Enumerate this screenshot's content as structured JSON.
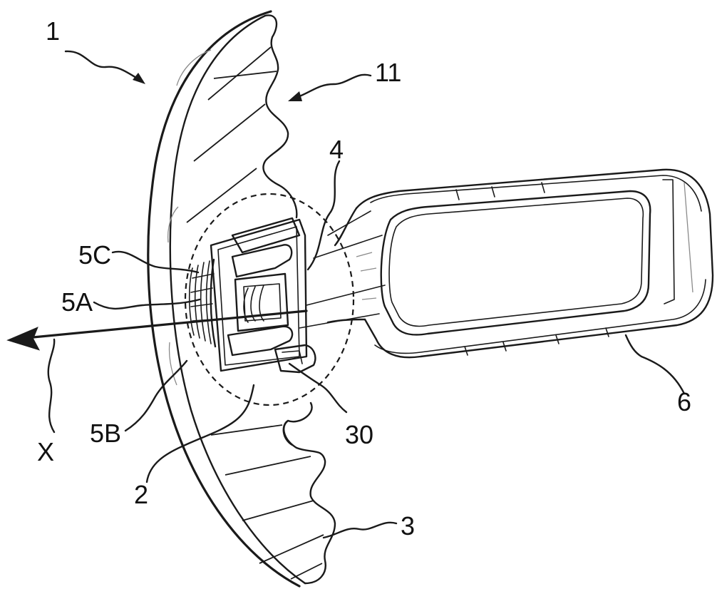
{
  "figure": {
    "reference_labels": [
      {
        "id": "label-1",
        "text": "1"
      },
      {
        "id": "label-11",
        "text": "11"
      },
      {
        "id": "label-4",
        "text": "4"
      },
      {
        "id": "label-5c",
        "text": "5C"
      },
      {
        "id": "label-5a",
        "text": "5A"
      },
      {
        "id": "label-x",
        "text": "X"
      },
      {
        "id": "label-5b",
        "text": "5B"
      },
      {
        "id": "label-30",
        "text": "30"
      },
      {
        "id": "label-6",
        "text": "6"
      },
      {
        "id": "label-2",
        "text": "2"
      },
      {
        "id": "label-3",
        "text": "3"
      }
    ]
  }
}
